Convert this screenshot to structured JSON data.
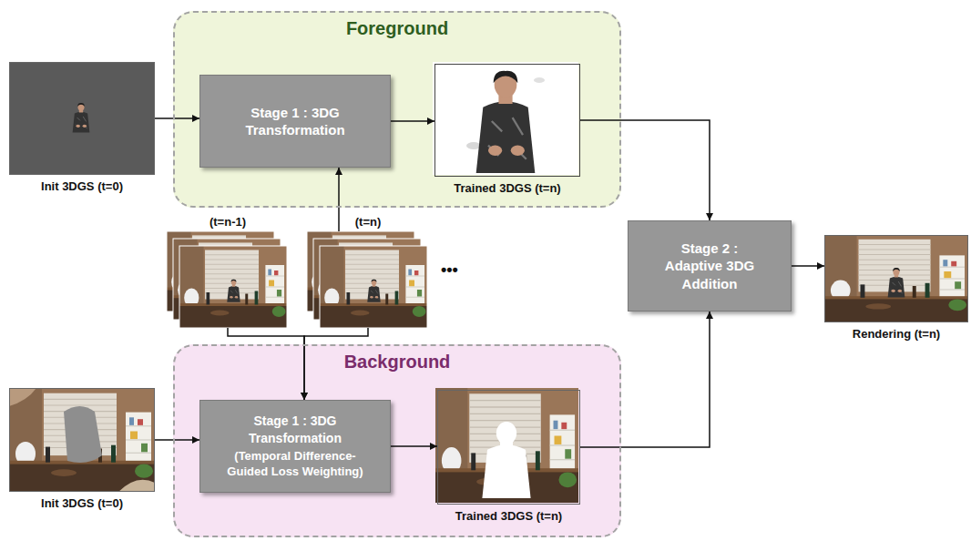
{
  "diagram": {
    "nodes": [
      {
        "text": [
          "Init 3DGS (t=0)"
        ]
      },
      {
        "text": [
          "Foreground"
        ]
      },
      {
        "text": [
          "Stage 1 : 3DG Transformation"
        ],
        "in": 1
      },
      {
        "text": [
          "Trained 3DGS (t=n)"
        ],
        "in": 1
      },
      {
        "text": [
          "Stage 2 : Adaptive 3DG Addition"
        ]
      },
      {
        "text": [
          "Rendering (t=n)"
        ]
      },
      {
        "text": [
          "(t=n-1)"
        ]
      },
      {
        "text": [
          "(t=n)"
        ]
      },
      {
        "text": [
          "Init 3DGS (t=0)"
        ]
      },
      {
        "text": [
          "Background"
        ]
      },
      {
        "text": [
          "Stage 1 : 3DG Transformation",
          "(Temporal Difference-Guided Loss Weighting)"
        ],
        "in": 9
      },
      {
        "text": [
          "Trained 3DGS (t=n)"
        ],
        "in": 9
      }
    ],
    "edges": [
      {
        "from": 0,
        "to": 2,
        "arrow": "to"
      },
      {
        "from": 2,
        "to": 3,
        "arrow": "to"
      },
      {
        "from": 7,
        "to": 2,
        "arrow": "to"
      },
      {
        "from": 6,
        "to": 10,
        "arrow": "to"
      },
      {
        "from": 7,
        "to": 10,
        "arrow": "to"
      },
      {
        "from": 3,
        "to": 4,
        "arrow": "to"
      },
      {
        "from": 11,
        "to": 4,
        "arrow": "to"
      },
      {
        "from": 4,
        "to": 5,
        "arrow": "to"
      },
      {
        "from": 8,
        "to": 10,
        "arrow": "to"
      },
      {
        "from": 10,
        "to": 11,
        "arrow": "to"
      }
    ],
    "labels": [
      "•••"
    ]
  }
}
